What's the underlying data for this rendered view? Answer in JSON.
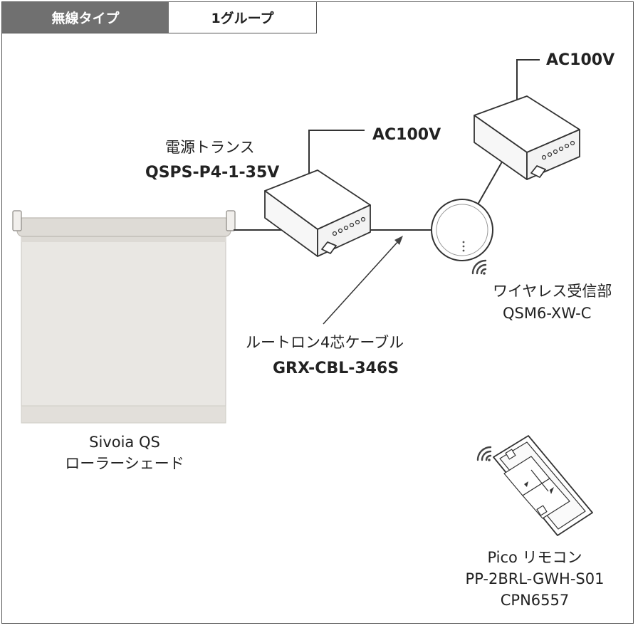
{
  "header": {
    "type_tab": "無線タイプ",
    "group_tab": "1グループ"
  },
  "labels": {
    "power_top": "AC100V",
    "power_mid": "AC100V",
    "transformer_name": "電源トランス",
    "transformer_model": "QSPS-P4-1-35V",
    "receiver_name": "ワイヤレス受信部",
    "receiver_model": "QSM6-XW-C",
    "cable_name": "ルートロン4芯ケーブル",
    "cable_model": "GRX-CBL-346S",
    "shade_name": "Sivoia QS",
    "shade_type": "ローラーシェード",
    "remote_name": "Pico リモコン",
    "remote_model": "PP-2BRL-GWH-S01",
    "remote_cpn": "CPN6557"
  },
  "colors": {
    "header_bg": "#707070",
    "shade_fabric": "#e8e6e2",
    "line": "#333333"
  }
}
